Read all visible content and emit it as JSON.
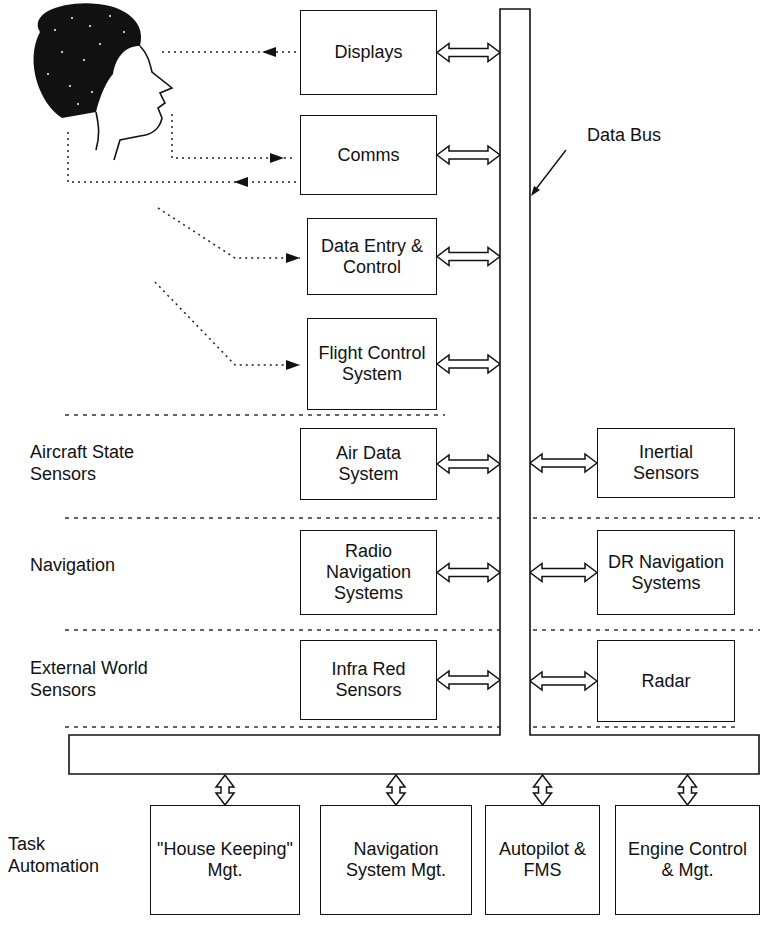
{
  "diagram": {
    "nodes": [
      {
        "text": [
          "Displays"
        ]
      },
      {
        "text": [
          "Comms"
        ]
      },
      {
        "text": [
          "Data Bus"
        ]
      },
      {
        "text": [
          "Data Entry & Control"
        ]
      },
      {
        "text": [
          "Flight Control System"
        ]
      },
      {
        "text": [
          "Air Data System"
        ]
      },
      {
        "text": [
          "Inertial Sensors"
        ]
      },
      {
        "text": [
          "Radio Navigation Systems"
        ]
      },
      {
        "text": [
          "DR Navigation Systems"
        ]
      },
      {
        "text": [
          "Infra Red Sensors"
        ]
      },
      {
        "text": [
          "Radar"
        ]
      },
      {
        "text": [
          "\"House Keeping\" Mgt."
        ]
      },
      {
        "text": [
          "Navigation System Mgt."
        ]
      },
      {
        "text": [
          "Autopilot & FMS"
        ]
      },
      {
        "text": [
          "Engine Control & Mgt."
        ]
      }
    ],
    "edges": [
      {
        "from": 0,
        "to": 2,
        "arrow": "both"
      },
      {
        "from": 1,
        "to": 2,
        "arrow": "both"
      },
      {
        "from": 3,
        "to": 2,
        "arrow": "both"
      },
      {
        "from": 4,
        "to": 2,
        "arrow": "both"
      },
      {
        "from": 5,
        "to": 2,
        "arrow": "both"
      },
      {
        "from": 6,
        "to": 2,
        "arrow": "both"
      },
      {
        "from": 7,
        "to": 2,
        "arrow": "both"
      },
      {
        "from": 8,
        "to": 2,
        "arrow": "both"
      },
      {
        "from": 9,
        "to": 2,
        "arrow": "both"
      },
      {
        "from": 10,
        "to": 2,
        "arrow": "both"
      },
      {
        "from": 11,
        "to": 2,
        "arrow": "both"
      },
      {
        "from": 12,
        "to": 2,
        "arrow": "both"
      },
      {
        "from": 13,
        "to": 2,
        "arrow": "both"
      },
      {
        "from": 14,
        "to": 2,
        "arrow": "both"
      }
    ],
    "labels": [
      "Aircraft State Sensors",
      "Navigation",
      "External World Sensors",
      "Task Automation"
    ]
  }
}
